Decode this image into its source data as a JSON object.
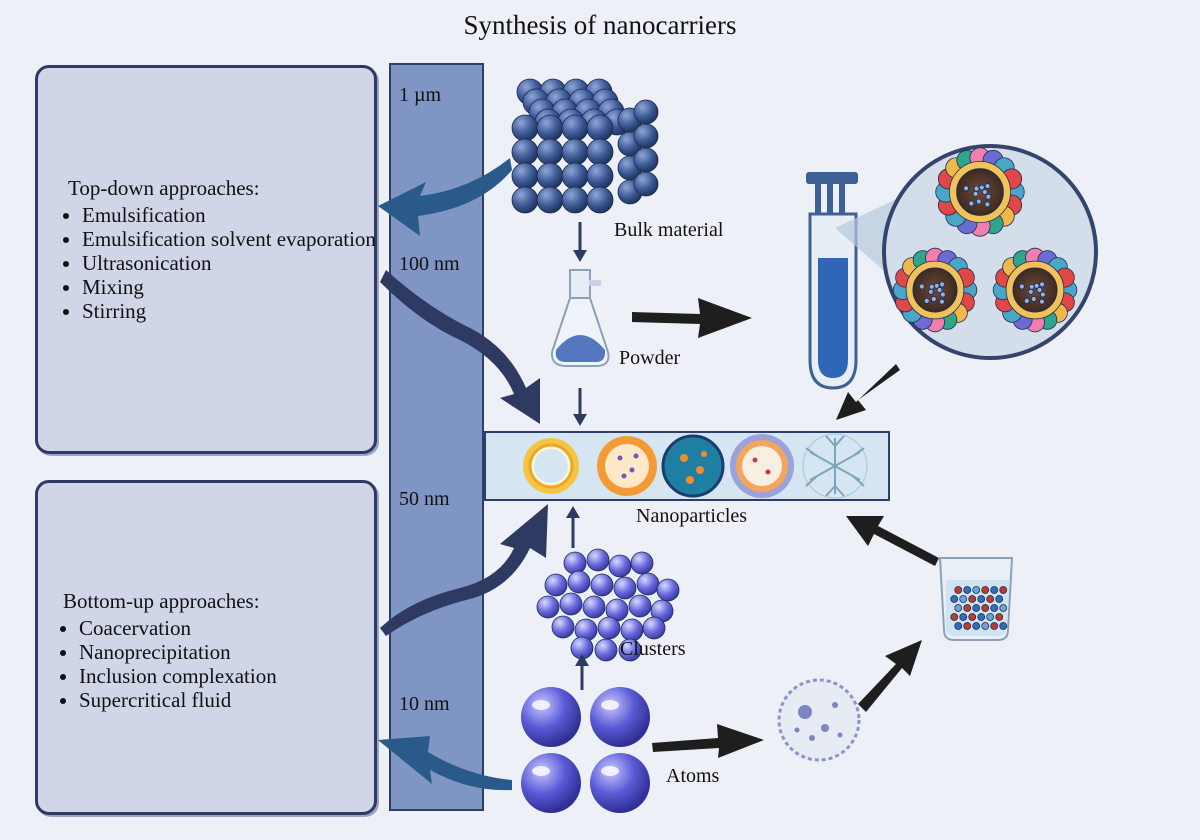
{
  "title": "Synthesis of nanocarriers",
  "top_down": {
    "heading": "Top-down approaches:",
    "items": [
      "Emulsification",
      "Emulsification solvent evaporation",
      "Ultrasonication",
      "Mixing",
      "Stirring"
    ]
  },
  "bottom_up": {
    "heading": "Bottom-up approaches:",
    "items": [
      "Coacervation",
      "Nanoprecipitation",
      "Inclusion complexation",
      "Supercritical fluid"
    ]
  },
  "scale": {
    "ticks": [
      "1 µm",
      "100 nm",
      "50 nm",
      "10 nm"
    ]
  },
  "labels": {
    "bulk_material": "Bulk material",
    "powder": "Powder",
    "nanoparticles": "Nanoparticles",
    "clusters": "Clusters",
    "atoms": "Atoms"
  },
  "colors": {
    "background": "#eef0f7",
    "box_fill": "#d0d5e8",
    "box_border": "#2d3a63",
    "scale_bar": "#7f96c4",
    "arrow_dark": "#2e3a62",
    "arrow_black": "#1e1e1e",
    "sphere_blue": "#3d5a96",
    "atom_violet": "#5a5ad6"
  }
}
